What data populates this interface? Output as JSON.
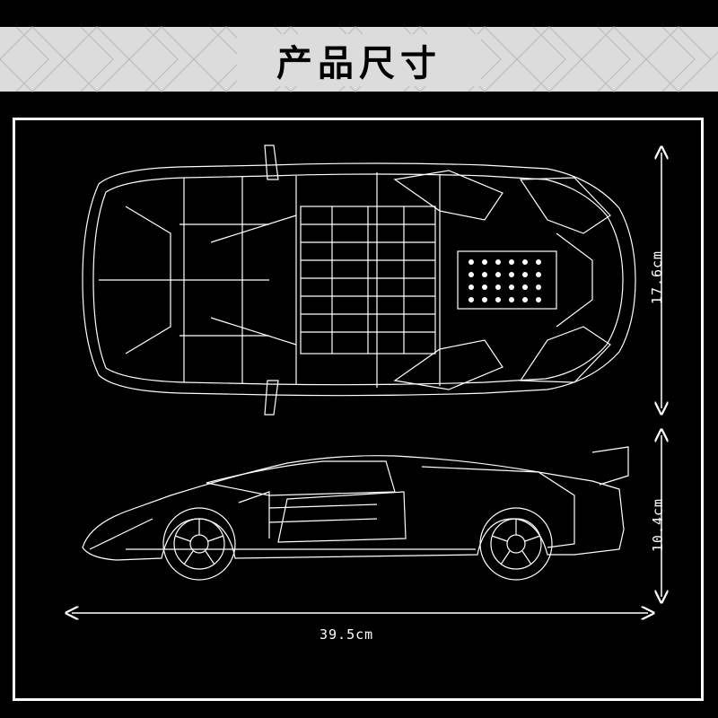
{
  "header": {
    "title": "产品尺寸"
  },
  "dimensions": {
    "length": "39.5cm",
    "width": "17.6cm",
    "height": "10.4cm"
  },
  "colors": {
    "background": "#000000",
    "lines": "#ffffff",
    "banner": "#d9d9d9"
  }
}
